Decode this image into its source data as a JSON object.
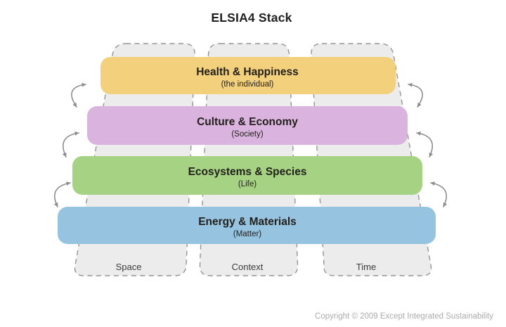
{
  "title": "ELSIA4 Stack",
  "diagram": {
    "layers": [
      {
        "label": "Health & Happiness",
        "sublabel": "(the individual)",
        "color": "#F3D07B"
      },
      {
        "label": "Culture & Economy",
        "sublabel": "(Society)",
        "color": "#DBB3DF"
      },
      {
        "label": "Ecosystems & Species",
        "sublabel": "(Life)",
        "color": "#A5D383"
      },
      {
        "label": "Energy & Materials",
        "sublabel": "(Matter)",
        "color": "#96C3DF"
      }
    ],
    "columns": [
      {
        "label": "Space"
      },
      {
        "label": "Context"
      },
      {
        "label": "Time"
      }
    ],
    "colors": {
      "column_fill": "#ECECEC",
      "column_border": "#949494",
      "arrow": "#8C8C8C",
      "label_text": "#23201C",
      "column_label_text": "#3B3B3B",
      "title_text": "#1F1F1F",
      "copyright_text": "#ABABAB"
    }
  },
  "footer": {
    "copyright": "Copyright © 2009 Except Integrated Sustainability"
  }
}
